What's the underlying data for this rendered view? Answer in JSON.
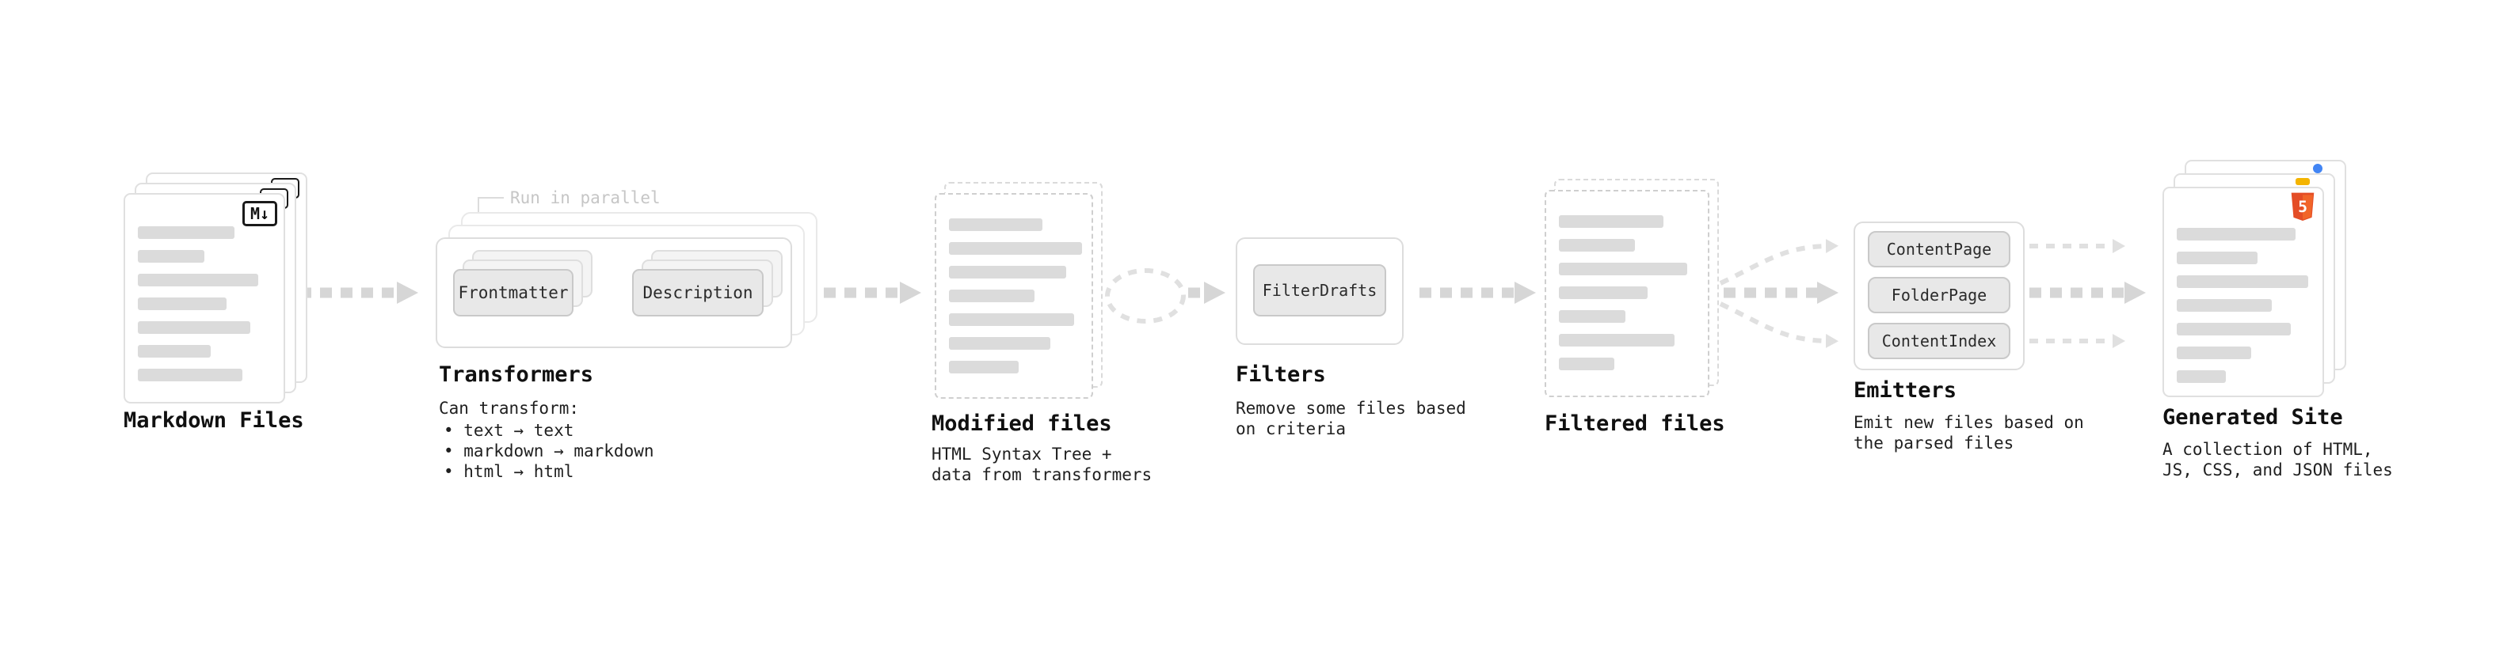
{
  "nodes": {
    "markdown_files": {
      "label": "Markdown Files",
      "badge": "M↓"
    },
    "transformers": {
      "label": "Transformers",
      "annotation": "Run in parallel",
      "chips": [
        "Frontmatter",
        "Description"
      ],
      "note_title": "Can transform:",
      "bullets": [
        "• text → text",
        "• markdown → markdown",
        "• html → html"
      ]
    },
    "modified_files": {
      "label": "Modified files",
      "note": [
        "HTML Syntax Tree +",
        "data from transformers"
      ]
    },
    "filters": {
      "label": "Filters",
      "chips": [
        "FilterDrafts"
      ],
      "note": [
        "Remove some files based",
        "on criteria"
      ]
    },
    "filtered_files": {
      "label": "Filtered files"
    },
    "emitters": {
      "label": "Emitters",
      "chips": [
        "ContentPage",
        "FolderPage",
        "ContentIndex"
      ],
      "note": [
        "Emit new files based on",
        "the parsed files"
      ]
    },
    "generated_site": {
      "label": "Generated Site",
      "badge": "5",
      "note": [
        "A collection of HTML,",
        "JS, CSS, and JSON files"
      ]
    }
  },
  "colors": {
    "arrow": "#d6d6d6",
    "arrow_light": "#e0e0e0",
    "card_border": "#e0e0e0",
    "dashed_border": "#cfcfcf",
    "bar": "#dbdbdb",
    "chip_bg": "#e8e8e8",
    "chip_border": "#c9c9c9",
    "text": "#141414",
    "muted_annotation": "#c6c6c6",
    "html5_orange": "#e44d26"
  }
}
